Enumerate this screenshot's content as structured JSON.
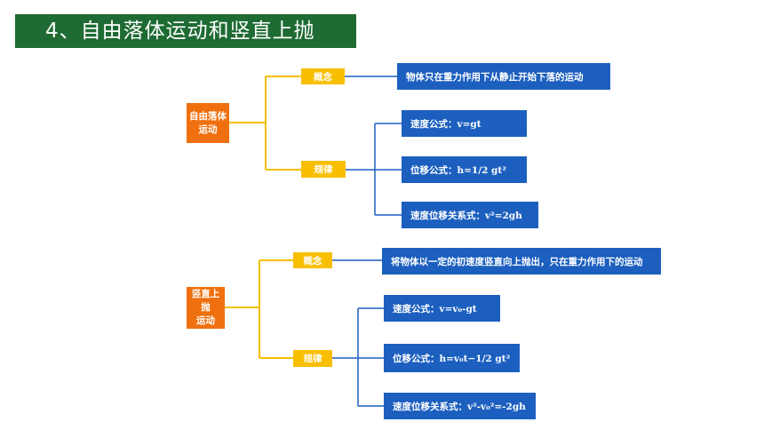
{
  "title": "4、自由落体运动和竖直上抛",
  "free_fall": {
    "root": [
      "自由落体",
      "运动"
    ],
    "concept_label": "概念",
    "concept_text": "物体只在重力作用下从静止开始下落的运动",
    "law_label": "规律",
    "laws": [
      "速度公式：v=gt",
      "位移公式：h=1/2 gt²",
      "速度位移关系式：v²=2gh"
    ]
  },
  "vertical_up": {
    "root": [
      "竖直上抛",
      "运动"
    ],
    "concept_label": "概念",
    "concept_text": "将物体以一定的初速度竖直向上抛出，只在重力作用下的运动",
    "law_label": "规律",
    "laws": [
      "速度公式：v=v₀-gt",
      "位移公式：h=v₀t−1/2 gt²",
      "速度位移关系式：v²-v₀²=-2gh"
    ]
  },
  "colors": {
    "title_bg": "#1e6b33",
    "root": "#f0700f",
    "middle": "#f8bf00",
    "leaf": "#1c5fbf",
    "orange_line": "#f8bf00",
    "blue_line": "#1c5fbf"
  }
}
